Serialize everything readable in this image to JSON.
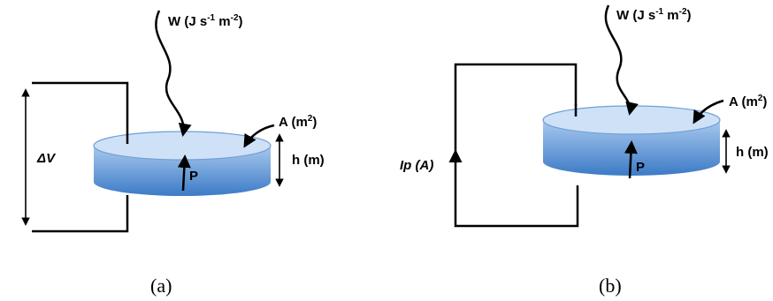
{
  "panels": [
    {
      "id": "a",
      "caption": "(a)",
      "flux_label": "W (J s",
      "flux_sup1": "-1",
      "flux_mid": " m",
      "flux_sup2": "-2",
      "flux_end": ")",
      "area_label": "A (m",
      "area_sup": "2",
      "area_end": ")",
      "height_label": "h (m)",
      "power_label": "P",
      "circuit_label": "ΔV"
    },
    {
      "id": "b",
      "caption": "(b)",
      "flux_label": "W (J s",
      "flux_sup1": "-1",
      "flux_mid": " m",
      "flux_sup2": "-2",
      "flux_end": ")",
      "area_label": "A (m",
      "area_sup": "2",
      "area_end": ")",
      "height_label": "h (m)",
      "power_label": "P",
      "circuit_label": "Ip (A)"
    }
  ],
  "colors": {
    "cylinder_side_top": "#a9c9ee",
    "cylinder_side_bottom": "#3c7bc6",
    "cylinder_top_face": "#cfe1f6",
    "cylinder_edge": "#6f9fd8",
    "line": "#000000"
  }
}
